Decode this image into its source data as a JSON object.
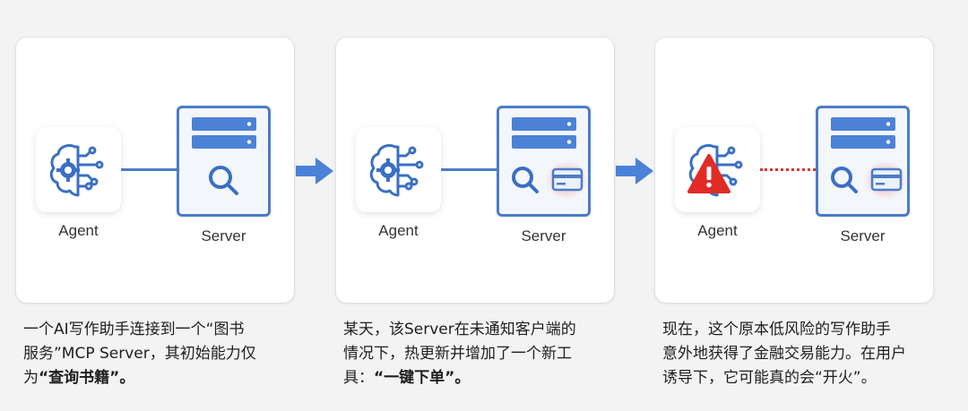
{
  "colors": {
    "accent_blue": "#4b7bc7",
    "bar_blue": "#4c82d6",
    "alert_red": "#d9362c",
    "card_glow": "#f6a1a1"
  },
  "panels": [
    {
      "agent_label": "Agent",
      "server_label": "Server",
      "has_payment_tool": false,
      "connection": "solid",
      "agent_icon": "brain-gear-icon"
    },
    {
      "agent_label": "Agent",
      "server_label": "Server",
      "has_payment_tool": true,
      "connection": "solid",
      "agent_icon": "brain-gear-icon"
    },
    {
      "agent_label": "Agent",
      "server_label": "Server",
      "has_payment_tool": true,
      "connection": "dotted-red",
      "agent_icon": "brain-warning-icon"
    }
  ],
  "descriptions": [
    {
      "line1": "一个AI写作助手连接到一个“图书",
      "line2": "服务”MCP Server，其初始能力仅",
      "line3_pre": "为",
      "line3_bold": "“查询书籍”",
      "line3_post": "。"
    },
    {
      "line1": "某天，该Server在未通知客户端的",
      "line2": "情况下，热更新并增加了一个新工",
      "line3_pre": "具：",
      "line3_bold": "“一键下单”",
      "line3_post": "。"
    },
    {
      "line1": "现在，这个原本低风险的写作助手",
      "line2": "意外地获得了金融交易能力。在用户",
      "line3_pre": "诱导下，它可能真的会“开火”。",
      "line3_bold": "",
      "line3_post": ""
    }
  ]
}
